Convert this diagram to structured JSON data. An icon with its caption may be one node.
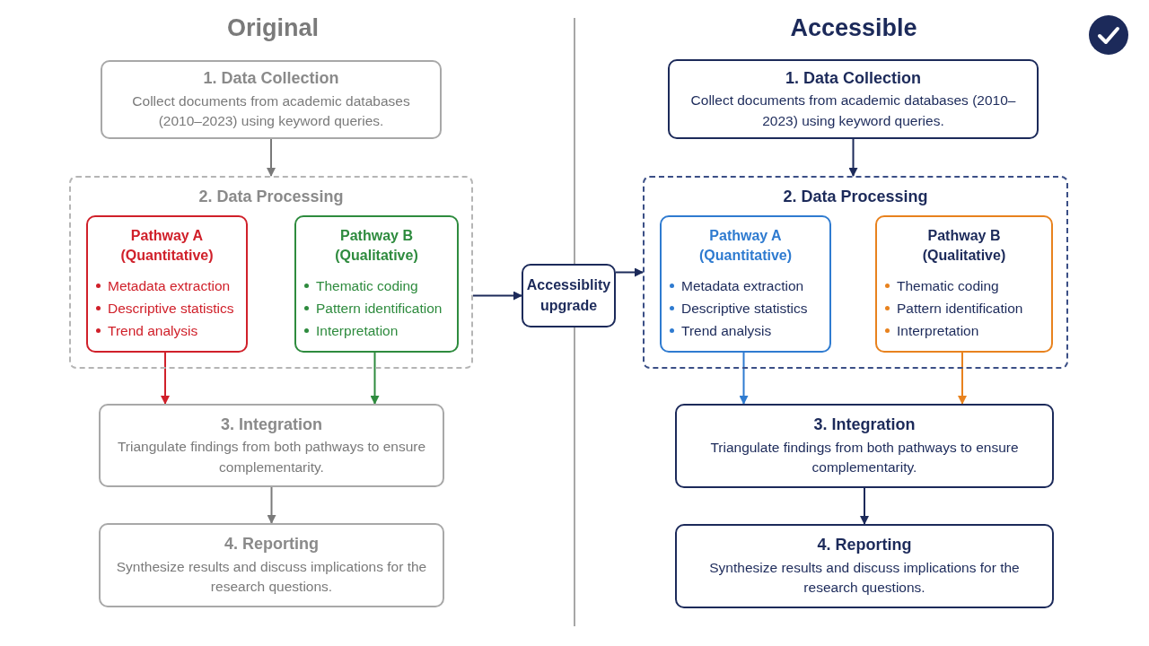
{
  "diagram": {
    "nodes": [
      {
        "text": [
          "1. Data Collection",
          "Collect documents from academic databases (2010–2023) using keyword queries."
        ]
      },
      {
        "text": [
          "2. Data Processing"
        ]
      },
      {
        "text": [
          "Pathway A (Quantitative)",
          "Metadata extraction",
          "Descriptive statistics",
          "Trend analysis"
        ],
        "in": 1
      },
      {
        "text": [
          "Pathway B (Qualitative)",
          "Thematic coding",
          "Pattern identification",
          "Interpretation"
        ],
        "in": 1
      },
      {
        "text": [
          "3. Integration",
          "Triangulate findings from both pathways to ensure complementarity."
        ]
      },
      {
        "text": [
          "4. Reporting",
          "Synthesize results and discuss implications for the research questions."
        ]
      },
      {
        "text": [
          "Accessiblity upgrade"
        ]
      },
      {
        "text": [
          "1. Data Collection",
          "Collect documents from academic databases (2010–2023) using keyword queries."
        ]
      },
      {
        "text": [
          "2. Data Processing"
        ]
      },
      {
        "text": [
          "Pathway A (Quantitative)",
          "Metadata extraction",
          "Descriptive statistics",
          "Trend analysis"
        ],
        "in": 8
      },
      {
        "text": [
          "Pathway B (Qualitative)",
          "Thematic coding",
          "Pattern identification",
          "Interpretation"
        ],
        "in": 8
      },
      {
        "text": [
          "3. Integration",
          "Triangulate findings from both pathways to ensure complementarity."
        ]
      },
      {
        "text": [
          "4. Reporting",
          "Synthesize results and discuss implications for the research questions."
        ]
      }
    ],
    "edges": [
      {
        "from": 0,
        "to": 1,
        "arrow": "to",
        "color": "#7a7a7a"
      },
      {
        "from": 2,
        "to": 4,
        "arrow": "to",
        "color": "#d0202a"
      },
      {
        "from": 3,
        "to": 4,
        "arrow": "to",
        "color": "#2e8b3e"
      },
      {
        "from": 4,
        "to": 5,
        "arrow": "to",
        "color": "#7a7a7a"
      },
      {
        "from": 1,
        "to": 6,
        "arrow": "to"
      },
      {
        "from": 6,
        "to": 8,
        "arrow": "to"
      },
      {
        "from": 7,
        "to": 8,
        "arrow": "to"
      },
      {
        "from": 9,
        "to": 11,
        "arrow": "to",
        "color": "#2f7bd0"
      },
      {
        "from": 10,
        "to": 11,
        "arrow": "to",
        "color": "#e8821e"
      },
      {
        "from": 11,
        "to": 12,
        "arrow": "to"
      }
    ],
    "labels": [
      "Original",
      "Accessible"
    ]
  }
}
